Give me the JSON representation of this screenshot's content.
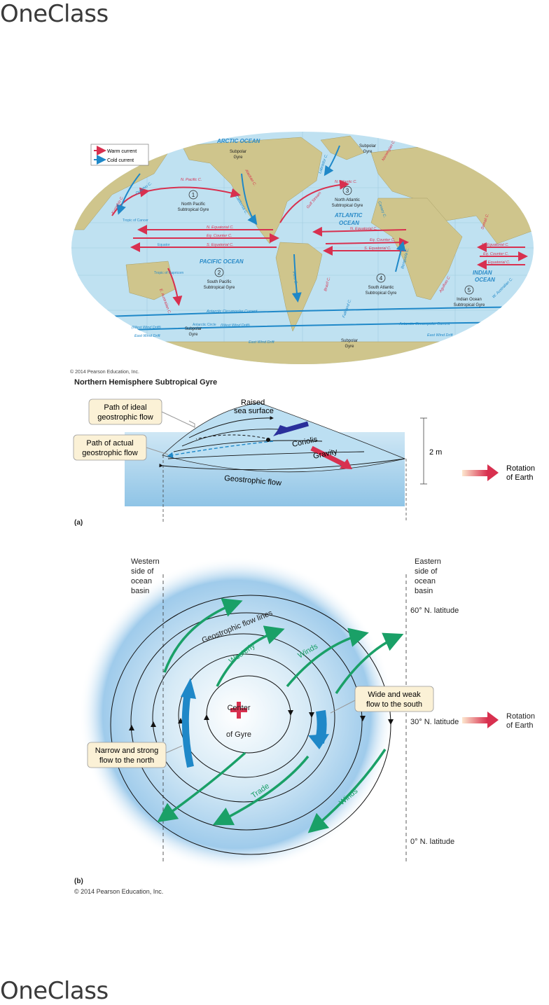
{
  "brand": {
    "top": "OneClass",
    "bottom": "OneClass"
  },
  "map": {
    "legend": {
      "warm": "Warm current",
      "cold": "Cold current"
    },
    "copyright": "© 2014 Pearson Education, Inc.",
    "oceans": {
      "arctic": "ARCTIC OCEAN",
      "pacific": "PACIFIC OCEAN",
      "atlantic1": "ATLANTIC",
      "atlantic2": "OCEAN",
      "indian1": "INDIAN",
      "indian2": "OCEAN"
    },
    "lines": {
      "tropic_cancer": "Tropic of Cancer",
      "equator": "Equator",
      "tropic_capricorn": "Tropic of Capricorn",
      "antarctic_circle": "Antarctic Circle"
    },
    "gyres": [
      {
        "num": "1",
        "l1": "North Pacific",
        "l2": "Subtropical Gyre"
      },
      {
        "num": "2",
        "l1": "South Pacific",
        "l2": "Subtropical Gyre"
      },
      {
        "num": "3",
        "l1": "North Atlantic",
        "l2": "Subtropical Gyre"
      },
      {
        "num": "4",
        "l1": "South Atlantic",
        "l2": "Subtropical Gyre"
      },
      {
        "num": "5",
        "l1": "Indian Ocean",
        "l2": "Subtropical Gyre"
      }
    ],
    "subpolar": {
      "l1": "Subpolar",
      "l2": "Gyre"
    },
    "currents": {
      "n_pacific": "N. Pacific C.",
      "n_equatorial": "N. Equatorial C.",
      "eq_counter": "Eq. Counter C.",
      "s_equatorial": "S. Equatorial C.",
      "n_atlantic": "N. Atlantic C.",
      "antarctic_circumpolar": "Antarctic Circumpolar Current",
      "west_wind_drift": "(West Wind Drift)",
      "east_wind_drift": "East Wind Drift",
      "gulf_stream": "Gulf Stream",
      "kuroshio": "Kuroshio C.",
      "oyashio": "Oyashio C.",
      "california": "California C.",
      "alaskan": "Alaskan C.",
      "peru": "Peru C.",
      "brazil": "Brazil C.",
      "benguela": "Benguela C.",
      "canary": "Canary C.",
      "labrador": "Labrador C.",
      "e_australian": "E. Australian C.",
      "agulhas": "Agulhas C.",
      "w_australian": "W. Australian C.",
      "norwegian": "Norwegian C.",
      "somali": "Somali C.",
      "falkland": "Falkland C."
    }
  },
  "fig_a": {
    "title": "Northern Hemisphere Subtropical Gyre",
    "callout_ideal_1": "Path of ideal",
    "callout_ideal_2": "geostrophic flow",
    "callout_actual_1": "Path of actual",
    "callout_actual_2": "geostrophic flow",
    "raised_1": "Raised",
    "raised_2": "sea surface",
    "coriolis": "Coriolis",
    "gravity": "Gravity",
    "geo_flow": "Geostrophic flow",
    "height": "2 m",
    "rotation_1": "Rotation",
    "rotation_2": "of Earth",
    "label": "(a)"
  },
  "fig_b": {
    "western_1": "Western",
    "western_2": "side of",
    "western_3": "ocean",
    "western_4": "basin",
    "eastern_1": "Eastern",
    "eastern_2": "side of",
    "eastern_3": "ocean",
    "eastern_4": "basin",
    "lat60": "60° N. latitude",
    "lat30": "30° N. latitude",
    "lat0": "0° N. latitude",
    "flow_lines": "Geostrophic flow lines",
    "westerly": "Westerly",
    "winds_top": "Winds",
    "trade": "Trade",
    "winds_bottom": "Winds",
    "center_1": "Center",
    "center_2": "of Gyre",
    "wide_1": "Wide and weak",
    "wide_2": "flow to the south",
    "narrow_1": "Narrow and strong",
    "narrow_2": "flow to the north",
    "rotation_1": "Rotation",
    "rotation_2": "of Earth",
    "label": "(b)",
    "copyright": "© 2014 Pearson Education, Inc."
  },
  "colors": {
    "warm": "#d8304f",
    "cold": "#1f88c8",
    "land": "#cfc58c",
    "ocean": "#bfe1f1",
    "wind": "#1aa067",
    "callout": "#fbf1d6"
  }
}
